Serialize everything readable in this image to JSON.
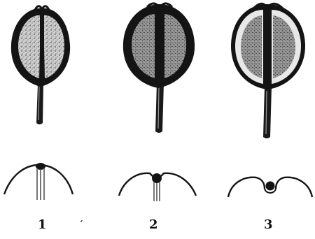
{
  "figure": {
    "labels": [
      "1",
      "2",
      "3"
    ],
    "stray_mark": "ʻ"
  },
  "colors": {
    "ink": "#111111",
    "paper": "#ffffff"
  },
  "icons": {
    "fruit": "silicle-fruit-drawing",
    "section": "notch-cross-section-drawing"
  }
}
